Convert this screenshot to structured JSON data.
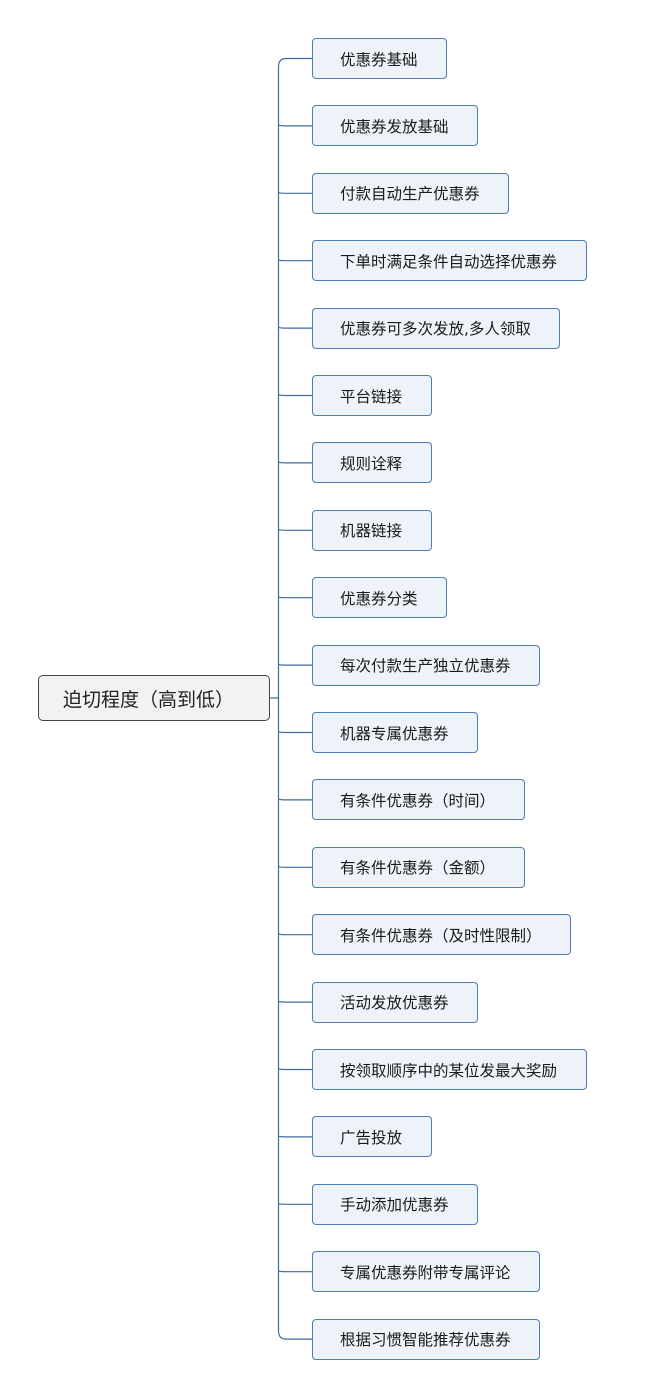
{
  "root": {
    "label": "迫切程度（高到低）"
  },
  "children": [
    "优惠券基础",
    "优惠券发放基础",
    "付款自动生产优惠券",
    "下单时满足条件自动选择优惠券",
    "优惠券可多次发放,多人领取",
    "平台链接",
    "规则诠释",
    "机器链接",
    "优惠券分类",
    "每次付款生产独立优惠券",
    "机器专属优惠券",
    "有条件优惠券（时间）",
    "有条件优惠券（金额）",
    "有条件优惠券（及时性限制）",
    "活动发放优惠券",
    "按领取顺序中的某位发最大奖励",
    "广告投放",
    "手动添加优惠券",
    "专属优惠券附带专属评论",
    "根据习惯智能推荐优惠券"
  ],
  "colors": {
    "connector": "#3f6aa1",
    "child_border": "#4f7cb4",
    "child_fill": "#eef3fa",
    "root_border": "#444444",
    "root_fill": "#f2f2f2"
  }
}
